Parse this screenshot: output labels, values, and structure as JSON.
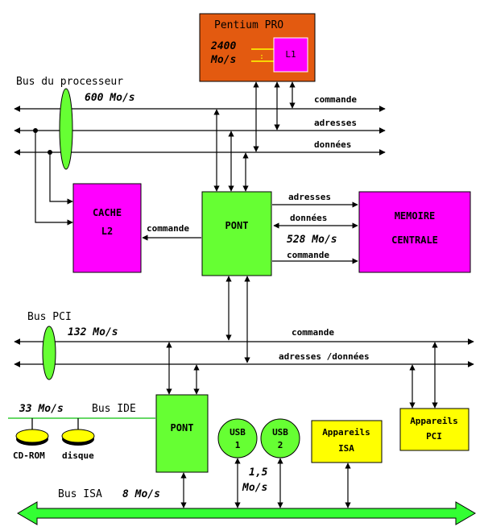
{
  "cpu": {
    "title": "Pentium PRO",
    "speed_value": "2400",
    "speed_unit": "Mo/s",
    "cache": "L1"
  },
  "processor_bus": {
    "label": "Bus du processeur",
    "speed": "600 Mo/s",
    "lines": {
      "command": "commande",
      "address": "adresses",
      "data": "données"
    }
  },
  "cache_l2": {
    "line1": "CACHE",
    "line2": "L2",
    "command": "commande"
  },
  "bridge_top": {
    "label": "PONT",
    "address": "adresses",
    "data": "données",
    "speed": "528 Mo/s",
    "command": "commande"
  },
  "memory": {
    "line1": "MEMOIRE",
    "line2": "CENTRALE"
  },
  "pci_bus": {
    "label": "Bus PCI",
    "speed": "132 Mo/s",
    "command": "commande",
    "address_data": "adresses /données"
  },
  "ide": {
    "speed": "33 Mo/s",
    "label": "Bus IDE",
    "cdrom": "CD-ROM",
    "disk": "disque"
  },
  "bridge_bottom": {
    "label": "PONT"
  },
  "usb": [
    {
      "line1": "USB",
      "line2": "1"
    },
    {
      "line1": "USB",
      "line2": "2"
    }
  ],
  "usb_speed": {
    "line1": "1,5",
    "line2": "Mo/s"
  },
  "isa_devices": {
    "line1": "Appareils",
    "line2": "ISA"
  },
  "pci_devices": {
    "line1": "Appareils",
    "line2": "PCI"
  },
  "isa_bus": {
    "label": "Bus ISA",
    "speed": "8 Mo/s"
  },
  "colors": {
    "cpu": "#e35a10",
    "l1": "#ff00ff",
    "cache": "#ff00ff",
    "memory": "#ff00ff",
    "bridge": "#66ff33",
    "devices": "#ffff00",
    "bus_isa": "#33ff33"
  }
}
